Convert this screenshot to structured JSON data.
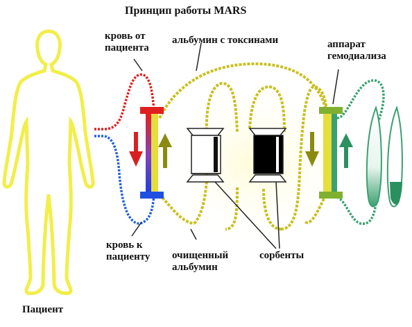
{
  "title": "Принцип работы MARS",
  "labels": {
    "patient": "Пациент",
    "blood_from_patient": [
      "кровь от",
      "пациента"
    ],
    "blood_to_patient": [
      "кровь к",
      "пациенту"
    ],
    "albumin_with_toxins": "альбумин с токсинами",
    "hemodialysis_apparatus": [
      "аппарат",
      "гемодиализа"
    ],
    "purified_albumin": [
      "очищенный",
      "альбумин"
    ],
    "sorbents": "сорбенты"
  },
  "colors": {
    "arterial_red": "#e02020",
    "venous_blue": "#2060e0",
    "albumin_yellow": "#d8d030",
    "albumin_dark": "#8a8a10",
    "dialysate_green": "#3aa070",
    "body_glow": "#f5f050"
  },
  "icons": [
    "patient-silhouette-icon",
    "blood-flow-down-arrow-icon",
    "albumin-flow-up-arrow-icon",
    "sorbent-column-icon",
    "dialysis-bag-icon"
  ]
}
